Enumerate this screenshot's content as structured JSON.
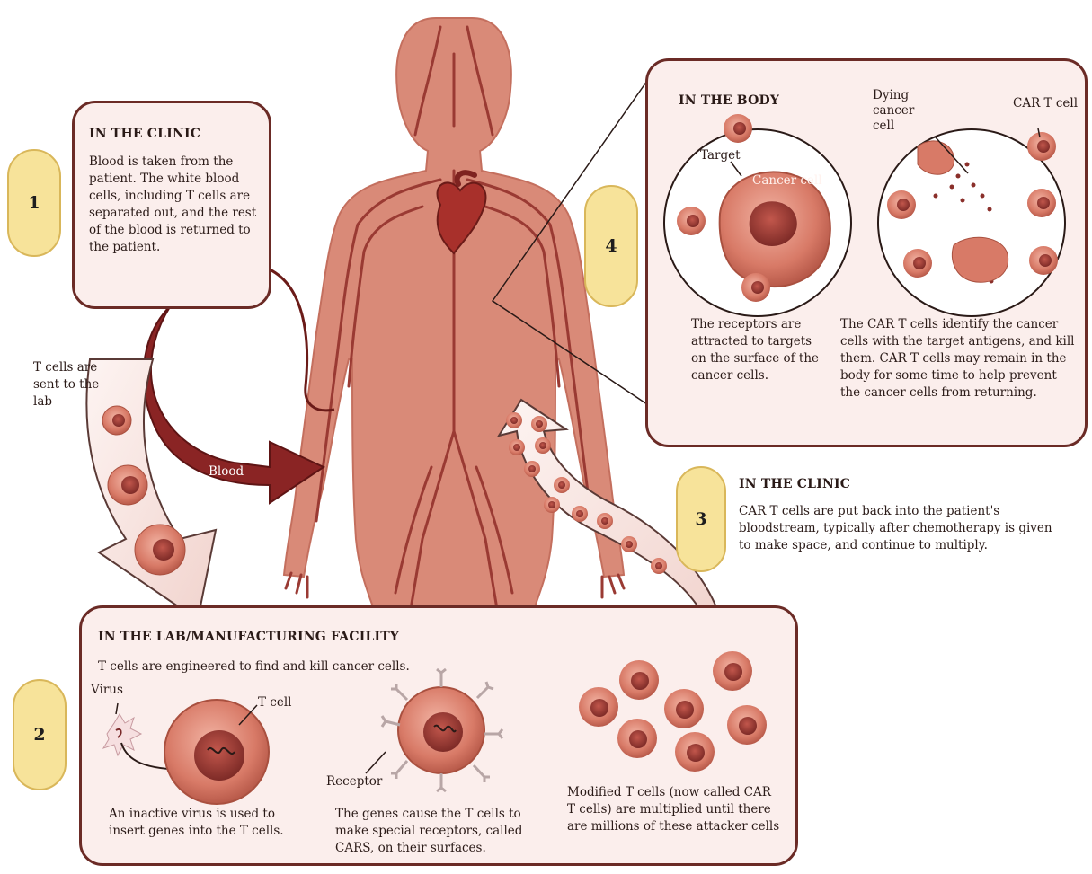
{
  "steps": {
    "step1": {
      "number": "1",
      "heading": "IN THE CLINIC",
      "text": "Blood is taken from the patient. The white blood cells, including T cells are separated out, and the rest of the blood is returned to the patient."
    },
    "step2": {
      "number": "2",
      "heading": "IN THE LAB/MANUFACTURING FACILITY",
      "intro": "T cells are engineered to find and kill cancer cells.",
      "label_virus": "Virus",
      "label_tcell": "T cell",
      "label_receptor": "Receptor",
      "caption_virus": "An inactive virus is used to insert genes into the T cells.",
      "caption_receptors": "The genes cause the T cells to make special receptors, called CARS, on their surfaces.",
      "caption_multiply": "Modified T cells (now called CAR T cells) are multiplied until there are millions of these attacker cells"
    },
    "step3": {
      "number": "3",
      "heading": "IN THE CLINIC",
      "text": "CAR T cells are put back into the patient's bloodstream, typically after chemotherapy is given to make space, and continue to multiply."
    },
    "step4": {
      "number": "4",
      "heading": "IN THE BODY",
      "label_target": "Target",
      "label_cancer_cell": "Cancer cell",
      "label_dying": "Dying cancer cell",
      "label_cart": "CAR T cell",
      "caption_left": "The receptors are attracted to targets on the surface of the cancer cells.",
      "caption_right": "The CAR T cells identify the cancer cells with the target antigens, and kill them. CAR T cells may remain in the body for some time to help prevent the cancer cells from returning."
    }
  },
  "arrows": {
    "tcells_to_lab": "T cells are sent to the lab",
    "blood": "Blood"
  },
  "colors": {
    "body": "#d98a78",
    "vessels": "#9a3a33",
    "panel_border": "#6b2b26",
    "panel_fill": "#fbeeec",
    "step_badge": "#f7e39a",
    "blood_arrow": "#8a2424"
  }
}
